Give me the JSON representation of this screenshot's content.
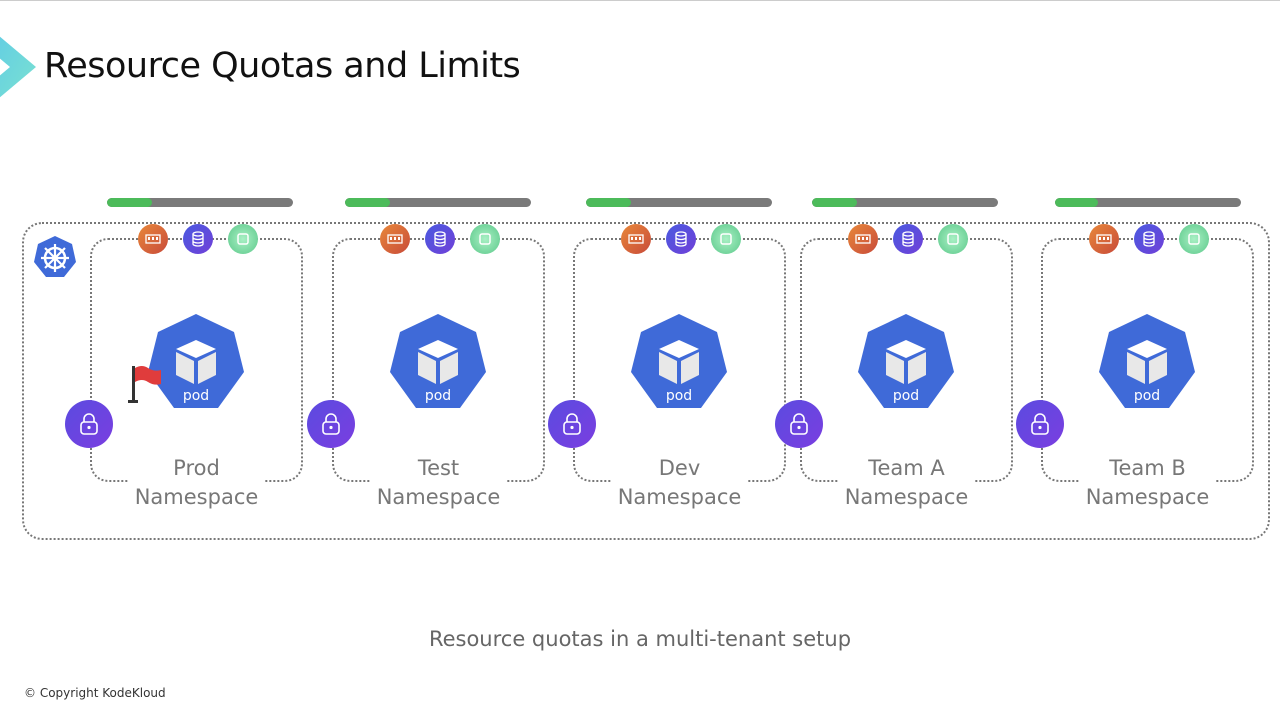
{
  "title": "Resource Quotas and Limits",
  "pod_label": "pod",
  "namespaces": [
    {
      "name_line1": "Prod",
      "name_line2": "Namespace",
      "quota_used": 0.24,
      "flagged": true
    },
    {
      "name_line1": "Test",
      "name_line2": "Namespace",
      "quota_used": 0.24,
      "flagged": false
    },
    {
      "name_line1": "Dev",
      "name_line2": "Namespace",
      "quota_used": 0.24,
      "flagged": false
    },
    {
      "name_line1": "Team A",
      "name_line2": "Namespace",
      "quota_used": 0.24,
      "flagged": false
    },
    {
      "name_line1": "Team B",
      "name_line2": "Namespace",
      "quota_used": 0.23,
      "flagged": false
    }
  ],
  "resource_icons": [
    "memory-icon",
    "storage-icon",
    "cpu-icon"
  ],
  "colors": {
    "pod": "#3f6ad8",
    "quota_fill": "#4cbb5a",
    "quota_bg": "#7a7a7a",
    "lock": "#5b4be0"
  },
  "caption": "Resource quotas in a multi-tenant setup",
  "copyright": "© Copyright KodeKloud"
}
